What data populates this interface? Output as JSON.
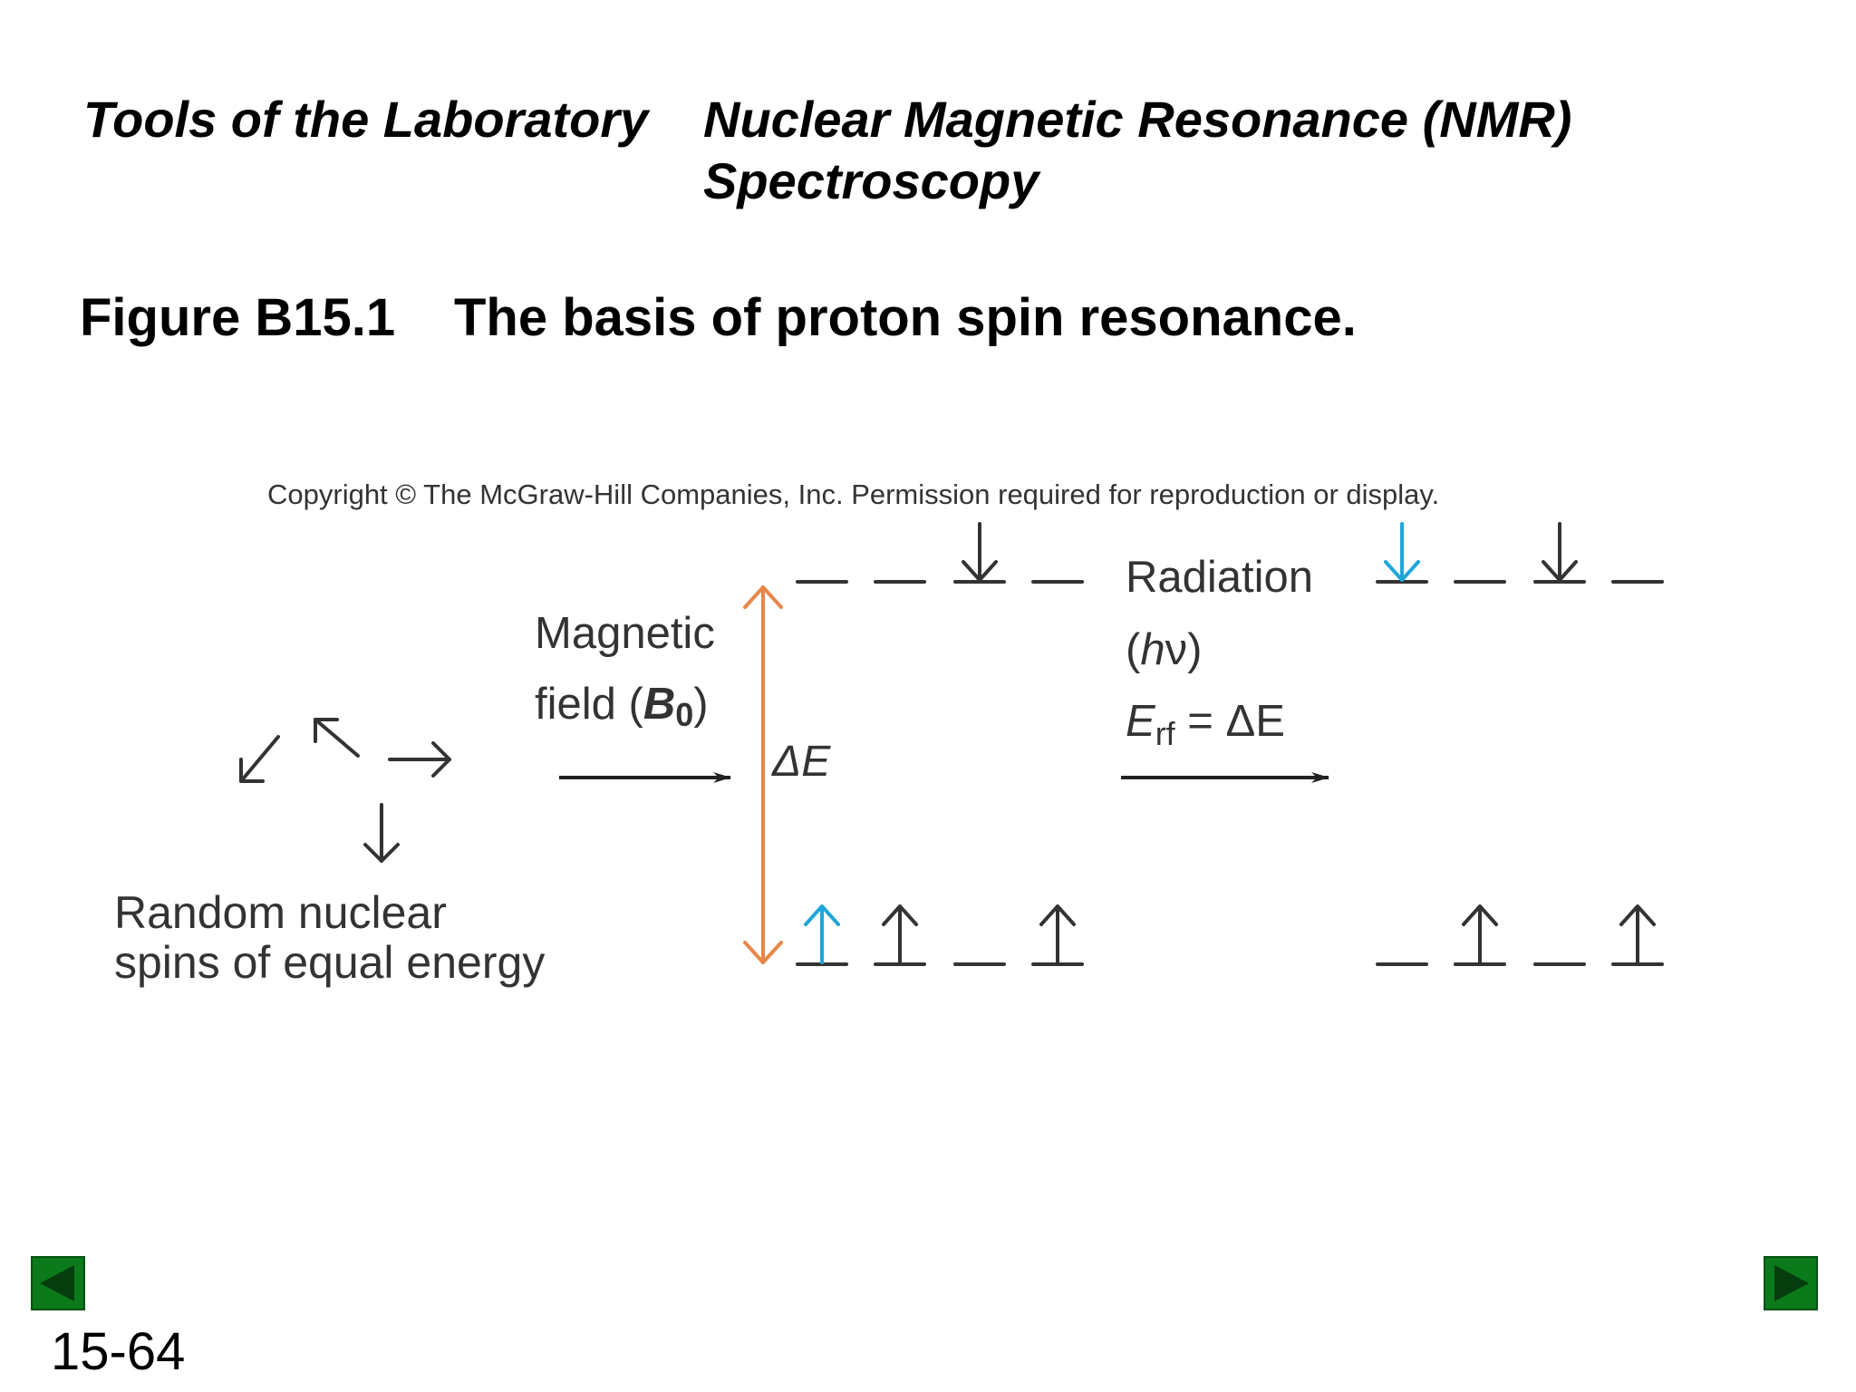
{
  "header": {
    "section": "Tools of the Laboratory",
    "title_line1": "Nuclear Magnetic Resonance (NMR)",
    "title_line2": "Spectroscopy"
  },
  "figure": {
    "number": "Figure B15.1",
    "caption": "The basis of proton spin resonance."
  },
  "diagram": {
    "copyright": "Copyright © The McGraw-Hill Companies, Inc. Permission required for reproduction or display.",
    "random_label_line1": "Random nuclear",
    "random_label_line2": "spins of equal energy",
    "magnetic_line1": "Magnetic",
    "magnetic_line2_prefix": "field (",
    "magnetic_symbol": "B",
    "magnetic_subscript": "0",
    "magnetic_line2_suffix": ")",
    "delta_e": "ΔE",
    "radiation_line1": "Radiation",
    "radiation_line2_open": "(",
    "radiation_h": "h",
    "radiation_nu": "ν",
    "radiation_line2_close": ")",
    "erf_symbol": "E",
    "erf_subscript": "rf",
    "erf_equals": " = ΔE",
    "colors": {
      "energy_gap_arrow": "#e8874a",
      "highlight_spin": "#1fa7d8",
      "ink": "#333333"
    }
  },
  "navigation": {
    "prev_icon": "triangle-left",
    "next_icon": "triangle-right",
    "page_number": "15-64"
  }
}
